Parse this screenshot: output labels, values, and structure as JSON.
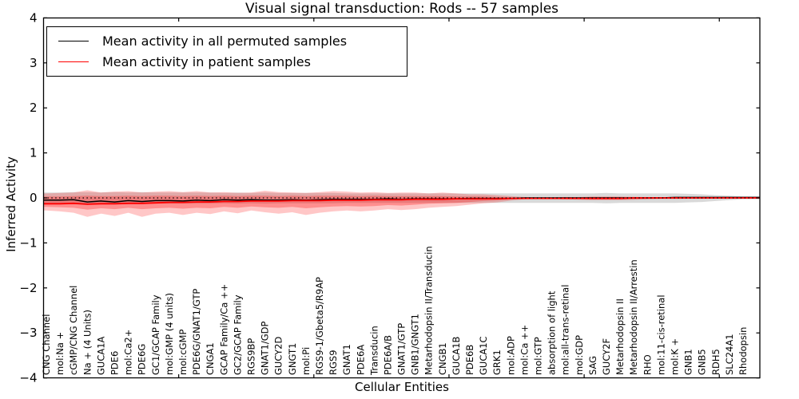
{
  "chart": {
    "title": "Visual signal transduction: Rods -- 57 samples",
    "xlabel": "Cellular Entities",
    "ylabel": "Inferred Activity"
  },
  "legend": {
    "entries": [
      {
        "label": "Mean activity in all permuted samples",
        "color": "#000000"
      },
      {
        "label": "Mean activity in patient samples",
        "color": "#ff0000"
      }
    ]
  },
  "chart_data": {
    "type": "line",
    "title": "Visual signal transduction: Rods -- 57 samples",
    "xlabel": "Cellular Entities",
    "ylabel": "Inferred Activity",
    "ylim": [
      -4,
      4
    ],
    "yticks": [
      -4,
      -3,
      -2,
      -1,
      0,
      1,
      2,
      3,
      4
    ],
    "xlim": [
      0,
      53
    ],
    "xticks": [
      10,
      20,
      30,
      40,
      50
    ],
    "grid": false,
    "legend_position": "upper left",
    "zero_line": {
      "y": 0,
      "style": "dotted",
      "color": "#000000"
    },
    "categories": [
      "CNG Channel",
      "mol:Na +",
      "cGMP/CNG Channel",
      "Na + (4 Units)",
      "GUCA1A",
      "PDE6",
      "mol:Ca2+",
      "PDE6G",
      "GC1/GCAP Family",
      "mol:GMP (4 units)",
      "mol:cGMP",
      "PDE6G/GNAT1/GTP",
      "CNGA1",
      "GCAP Family/Ca ++",
      "GC2/GCAP Family",
      "RGS9BP",
      "GNAT1/GDP",
      "GUCY2D",
      "GNGT1",
      "mol:Pi",
      "RGS9-1/Gbeta5/R9AP",
      "RGS9",
      "GNAT1",
      "PDE6A",
      "Transducin",
      "PDE6A/B",
      "GNAT1/GTP",
      "GNB1/GNGT1",
      "Metarhodopsin II/Transducin",
      "CNGB1",
      "GUCA1B",
      "PDE6B",
      "GUCA1C",
      "GRK1",
      "mol:ADP",
      "mol:Ca ++",
      "mol:GTP",
      "absorption of light",
      "mol:all-trans-retinal",
      "mol:GDP",
      "SAG",
      "GUCY2F",
      "Metarhodopsin II",
      "Metarhodopsin II/Arrestin",
      "RHO",
      "mol:11-cis-retinal",
      "mol:K +",
      "GNB1",
      "GNB5",
      "RDH5",
      "SLC24A1",
      "Rhodopsin"
    ],
    "series": [
      {
        "name": "Mean activity in all permuted samples",
        "color": "#000000",
        "values": [
          -0.05,
          -0.05,
          -0.04,
          -0.09,
          -0.07,
          -0.09,
          -0.06,
          -0.08,
          -0.06,
          -0.06,
          -0.07,
          -0.05,
          -0.06,
          -0.04,
          -0.05,
          -0.04,
          -0.05,
          -0.05,
          -0.04,
          -0.05,
          -0.04,
          -0.03,
          -0.03,
          -0.03,
          -0.03,
          -0.02,
          -0.03,
          -0.02,
          -0.02,
          -0.02,
          -0.02,
          -0.01,
          -0.01,
          -0.01,
          -0.01,
          0,
          0,
          0,
          0,
          0,
          0,
          0,
          0,
          0,
          0,
          0,
          0.01,
          0.01,
          0.01,
          0.01,
          0.01,
          0.01
        ]
      },
      {
        "name": "Mean activity in patient samples",
        "color": "#ff0000",
        "values": [
          -0.13,
          -0.13,
          -0.12,
          -0.14,
          -0.13,
          -0.13,
          -0.12,
          -0.12,
          -0.11,
          -0.1,
          -0.1,
          -0.09,
          -0.09,
          -0.08,
          -0.08,
          -0.07,
          -0.07,
          -0.07,
          -0.06,
          -0.06,
          -0.06,
          -0.05,
          -0.05,
          -0.05,
          -0.04,
          -0.04,
          -0.04,
          -0.03,
          -0.03,
          -0.03,
          -0.02,
          -0.02,
          -0.02,
          -0.02,
          -0.01,
          -0.01,
          -0.01,
          -0.01,
          -0.01,
          -0.01,
          -0.01,
          -0.01,
          -0.01,
          0,
          0,
          0,
          0,
          0,
          0,
          0,
          0,
          0
        ]
      }
    ],
    "bands": [
      {
        "name": "permuted-range",
        "color": "rgba(130,130,130,0.30)",
        "hi": [
          0.12,
          0.12,
          0.13,
          0.13,
          0.12,
          0.13,
          0.12,
          0.13,
          0.12,
          0.12,
          0.12,
          0.12,
          0.12,
          0.11,
          0.12,
          0.11,
          0.12,
          0.11,
          0.11,
          0.11,
          0.11,
          0.11,
          0.1,
          0.1,
          0.1,
          0.1,
          0.1,
          0.1,
          0.1,
          0.1,
          0.1,
          0.1,
          0.1,
          0.1,
          0.1,
          0.1,
          0.1,
          0.1,
          0.1,
          0.1,
          0.1,
          0.11,
          0.1,
          0.1,
          0.1,
          0.1,
          0.1,
          0.09,
          0.08,
          0.06,
          0.05,
          0.03
        ],
        "lo": [
          -0.13,
          -0.13,
          -0.14,
          -0.14,
          -0.13,
          -0.14,
          -0.13,
          -0.14,
          -0.13,
          -0.13,
          -0.13,
          -0.13,
          -0.13,
          -0.12,
          -0.13,
          -0.12,
          -0.13,
          -0.12,
          -0.12,
          -0.12,
          -0.12,
          -0.12,
          -0.11,
          -0.11,
          -0.11,
          -0.11,
          -0.11,
          -0.11,
          -0.11,
          -0.11,
          -0.11,
          -0.11,
          -0.11,
          -0.11,
          -0.11,
          -0.11,
          -0.11,
          -0.11,
          -0.11,
          -0.11,
          -0.11,
          -0.12,
          -0.11,
          -0.11,
          -0.11,
          -0.11,
          -0.11,
          -0.1,
          -0.09,
          -0.07,
          -0.05,
          -0.03
        ]
      },
      {
        "name": "patient-range-outer",
        "color": "rgba(255,0,0,0.22)",
        "hi": [
          0.1,
          0.11,
          0.12,
          0.17,
          0.12,
          0.14,
          0.15,
          0.12,
          0.14,
          0.15,
          0.13,
          0.15,
          0.12,
          0.13,
          0.11,
          0.12,
          0.16,
          0.13,
          0.12,
          0.11,
          0.13,
          0.15,
          0.14,
          0.12,
          0.13,
          0.11,
          0.12,
          0.12,
          0.1,
          0.12,
          0.1,
          0.08,
          0.08,
          0.06,
          0.04,
          0.02,
          0.015,
          0.015,
          0.02,
          0.02,
          0.03,
          0.03,
          0.03,
          0.025,
          0.02,
          0.015,
          0.015,
          0.015,
          0.015,
          0.012,
          0.01,
          0.01
        ],
        "lo": [
          -0.28,
          -0.3,
          -0.33,
          -0.42,
          -0.35,
          -0.4,
          -0.33,
          -0.42,
          -0.35,
          -0.33,
          -0.38,
          -0.33,
          -0.36,
          -0.3,
          -0.34,
          -0.28,
          -0.32,
          -0.35,
          -0.32,
          -0.38,
          -0.33,
          -0.3,
          -0.28,
          -0.3,
          -0.28,
          -0.25,
          -0.27,
          -0.25,
          -0.22,
          -0.2,
          -0.18,
          -0.15,
          -0.12,
          -0.1,
          -0.06,
          -0.03,
          -0.025,
          -0.025,
          -0.03,
          -0.04,
          -0.05,
          -0.05,
          -0.05,
          -0.04,
          -0.03,
          -0.025,
          -0.025,
          -0.02,
          -0.02,
          -0.018,
          -0.015,
          -0.012
        ]
      },
      {
        "name": "patient-range-inner",
        "color": "rgba(255,0,0,0.28)",
        "hi": [
          0.03,
          0.03,
          0.04,
          0.05,
          0.04,
          0.04,
          0.05,
          0.04,
          0.05,
          0.05,
          0.04,
          0.05,
          0.04,
          0.05,
          0.04,
          0.05,
          0.05,
          0.04,
          0.05,
          0.04,
          0.05,
          0.05,
          0.05,
          0.04,
          0.05,
          0.04,
          0.04,
          0.04,
          0.04,
          0.04,
          0.03,
          0.03,
          0.03,
          0.02,
          0.01,
          0.008,
          0.008,
          0.008,
          0.01,
          0.012,
          0.02,
          0.02,
          0.02,
          0.015,
          0.012,
          0.01,
          0.01,
          0.01,
          0.008,
          0.008,
          0.006,
          0.006
        ],
        "lo": [
          -0.2,
          -0.21,
          -0.22,
          -0.26,
          -0.23,
          -0.25,
          -0.22,
          -0.25,
          -0.23,
          -0.22,
          -0.24,
          -0.22,
          -0.23,
          -0.2,
          -0.22,
          -0.19,
          -0.21,
          -0.22,
          -0.2,
          -0.23,
          -0.21,
          -0.19,
          -0.18,
          -0.19,
          -0.18,
          -0.16,
          -0.17,
          -0.15,
          -0.13,
          -0.12,
          -0.11,
          -0.09,
          -0.07,
          -0.055,
          -0.035,
          -0.02,
          -0.018,
          -0.018,
          -0.02,
          -0.025,
          -0.035,
          -0.035,
          -0.035,
          -0.03,
          -0.022,
          -0.018,
          -0.018,
          -0.015,
          -0.015,
          -0.012,
          -0.01,
          -0.008
        ]
      }
    ]
  }
}
